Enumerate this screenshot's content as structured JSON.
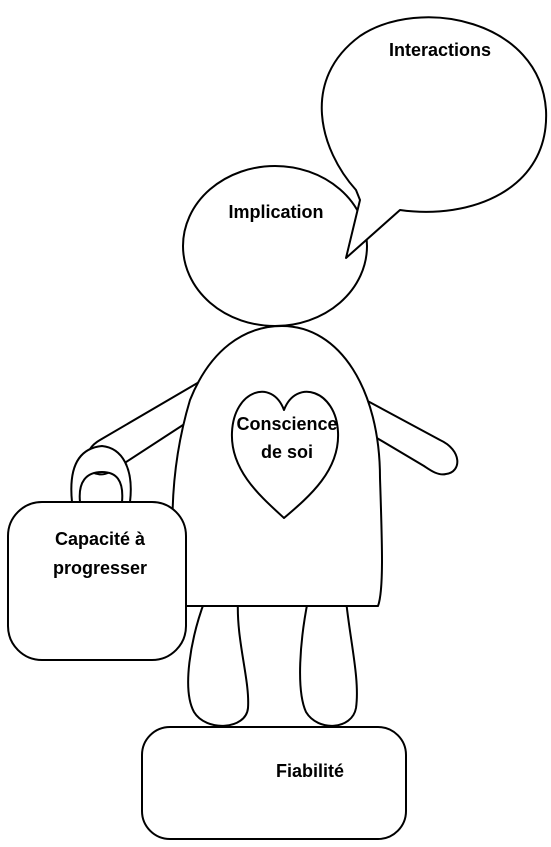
{
  "labels": {
    "interactions": "Interactions",
    "implication": "Implication",
    "conscience_line1": "Conscience",
    "conscience_line2": "de soi",
    "capacite_line1": "Capacité à",
    "capacite_line2": "progresser",
    "fiabilite": "Fiabilité"
  },
  "colors": {
    "stroke": "#000000",
    "fill": "#ffffff"
  }
}
